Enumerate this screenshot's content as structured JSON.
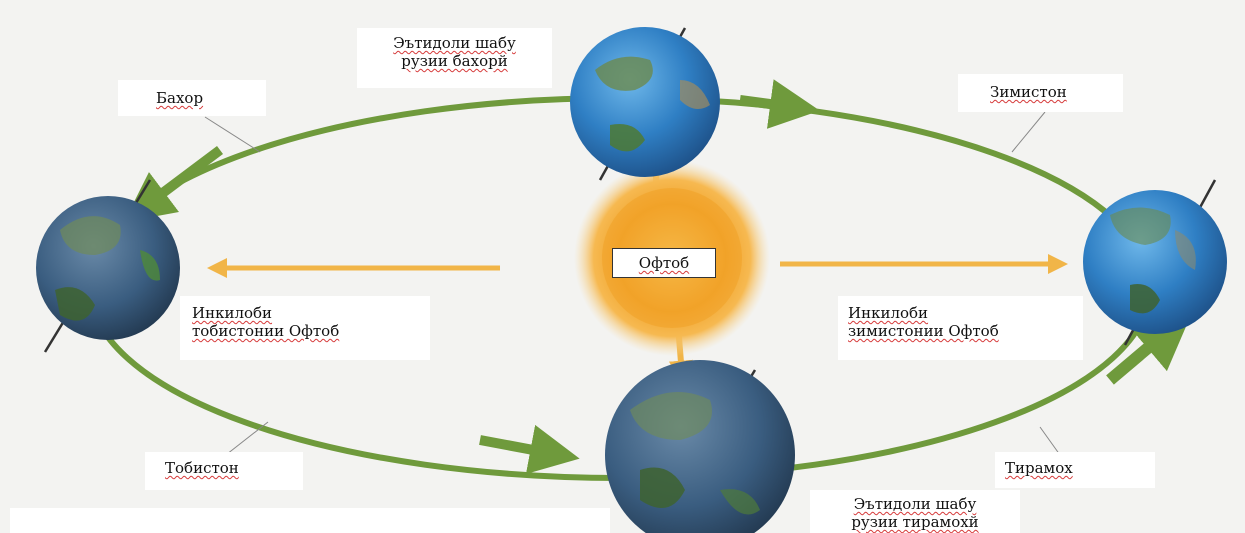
{
  "labels": {
    "spring": "Бахор",
    "winter": "Зимистон",
    "summer": "Тобистон",
    "autumn": "Тирамох",
    "sun": "Офтоб",
    "vernal_equinox": [
      "Эътидоли шабу",
      "рузии бахорй"
    ],
    "autumnal_equinox": [
      "Эътидоли шабу",
      "рузии тирамохй"
    ],
    "summer_solstice": [
      "Инкилоби",
      "тобистонии Офтоб"
    ],
    "winter_solstice": [
      "Инкилоби",
      "зимистонии Офтоб"
    ]
  },
  "colors": {
    "orbit": "#6f9a3c",
    "orbit_dark": "#557d2a",
    "sun_ray_arrows": "#f1b548",
    "sun_core": "#f0a126",
    "ocean": "#2f7fc4",
    "land": "#5f7a44",
    "background": "#f3f3f1"
  },
  "icons": [
    "earth-globe-icon",
    "sun-icon",
    "arrow-icon"
  ]
}
